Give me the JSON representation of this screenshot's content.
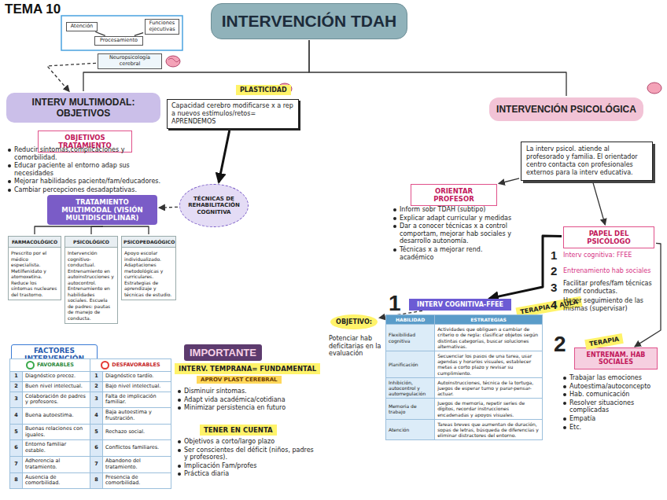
{
  "diagram": {
    "title": "TEMA 10",
    "nodes": [
      {
        "text": [
          "INTERVENCIÓN TDAH"
        ]
      },
      {
        "text": [
          "Atención"
        ]
      },
      {
        "text": [
          "Funciones ejecutivas"
        ]
      },
      {
        "text": [
          "Procesamiento"
        ]
      },
      {
        "text": [
          "Neuropsicología cerebral"
        ]
      },
      {
        "text": [
          "INTERV MULTIMODAL: OBJETIVOS"
        ]
      },
      {
        "text": [
          "OBJETIVOS TRATAMIENTO"
        ]
      },
      {
        "text": [
          "TRATAMIENTO MULTIMODAL (VISIÓN MULTIDISCIPLINAR)"
        ]
      },
      {
        "text": [
          "FARMACOLÓGICO",
          "Prescrito por el médico especialista. Metilfenidato y atomoxetina. Reduce los síntomas nucleares del trastorno."
        ]
      },
      {
        "text": [
          "PSICOLÓGICO",
          "Intervención cognitivo-conductual. Entrenamiento en autoinstrucciones y autocontrol. Entrenamiento en habilidades sociales. Escuela de padres: pautas de manejo de conducta."
        ]
      },
      {
        "text": [
          "PSICOPEDAGÓGICO",
          "Apoyo escolar individualizado. Adaptaciones metodológicas y curriculares. Estrategias de aprendizaje y técnicas de estudio."
        ]
      },
      {
        "text": [
          "PLASTICIDAD"
        ]
      },
      {
        "text": [
          "Capacidad cerebro modificarse x a rep a nuevos estímulos/retos= APRENDEMOS"
        ]
      },
      {
        "text": [
          "TÉCNICAS DE REHABILITACIÓN COGNITIVA"
        ]
      },
      {
        "text": [
          "FACTORES INTERVENCIÓN"
        ]
      },
      {
        "text": [
          "IMPORTANTE"
        ]
      },
      {
        "text": [
          "INTERV. TEMPRANA= FUNDAMENTAL"
        ]
      },
      {
        "text": [
          "APROV PLAST CEREBRAL"
        ]
      },
      {
        "text": [
          "TENER EN CUENTA"
        ]
      },
      {
        "text": [
          "INTERVENCIÓN PSICOLÓGICA"
        ]
      },
      {
        "text": [
          "La interv psicol. atiende al profesorado y familia. El orientador centro contacta con profesionales externos para la interv educativa."
        ]
      },
      {
        "text": [
          "ORIENTAR PROFESOR"
        ]
      },
      {
        "text": [
          "PAPEL DEL PSICÓLOGO"
        ]
      },
      {
        "text": [
          "INTERV COGNITIVA-FFEE"
        ]
      },
      {
        "text": [
          "TERAPIA + AULA"
        ]
      },
      {
        "text": [
          "OBJETIVO:"
        ]
      },
      {
        "text": [
          "ENTRENAM. HAB SOCIALES"
        ]
      },
      {
        "text": [
          "TERAPIA"
        ]
      }
    ],
    "edges": [
      {
        "from": 0,
        "to": 5,
        "arrow": "none"
      },
      {
        "from": 0,
        "to": 19,
        "arrow": "none"
      },
      {
        "from": 1,
        "to": 3,
        "arrow": "none"
      },
      {
        "from": 2,
        "to": 3,
        "arrow": "none"
      },
      {
        "from": 4,
        "to": 5,
        "arrow": "to"
      },
      {
        "from": 12,
        "to": 13,
        "arrow": "to"
      },
      {
        "from": 13,
        "to": 7,
        "arrow": "to"
      },
      {
        "from": 7,
        "to": 8,
        "arrow": "none"
      },
      {
        "from": 7,
        "to": 9,
        "arrow": "none"
      },
      {
        "from": 7,
        "to": 10,
        "arrow": "none"
      },
      {
        "from": 20,
        "to": 21,
        "arrow": "to"
      },
      {
        "from": 20,
        "to": 22,
        "arrow": "to"
      },
      {
        "from": 22,
        "to": 23,
        "arrow": "to"
      },
      {
        "from": 22,
        "to": 26,
        "arrow": "to"
      },
      {
        "from": 23,
        "to": 25,
        "arrow": "to"
      }
    ],
    "labels": [
      "Reducir síntomas,complicaciones y comorbilidad.",
      "Educar paciente al entorno adap sus necesidades",
      "Mejorar habilidades paciente/fam/educadores.",
      "Cambiar percepciones desadaptativas.",
      "FAVORABLES",
      "DESFAVORABLES",
      "1",
      "Diagnóstico precoz.",
      "1",
      "Diagnóstico tardío.",
      "2",
      "Buen nivel intelectual.",
      "2",
      "Bajo nivel intelectual.",
      "3",
      "Colaboración de padres y profesores.",
      "3",
      "Falta de implicación familiar.",
      "4",
      "Buena autoestima.",
      "4",
      "Baja autoestima y frustración.",
      "5",
      "Buenas relaciones con iguales.",
      "5",
      "Rechazo social.",
      "6",
      "Entorno familiar estable.",
      "6",
      "Conflictos familiares.",
      "7",
      "Adherencia al tratamiento.",
      "7",
      "Abandono del tratamiento.",
      "8",
      "Ausencia de comorbilidad.",
      "8",
      "Presencia de comorbilidad.",
      "Disminuir síntomas.",
      "Adapt vida académica/cotidiana",
      "Minimizar persistencia en futuro",
      "Objetivos a corto/largo plazo",
      "Ser conscientes del déficit (niños, padres y profesores).",
      "Implicación Fam/profes",
      "Práctica diaria",
      "Inform sobr TDAH (subtipo)",
      "Explicar adapt curricular y medidas",
      "Dar a conocer técnicas x a control comportam, mejorar hab sociales y desarrollo autonomía.",
      "Técnicas x a mejorar rend. académico",
      "1",
      "Interv cognitiva: FFEE",
      "2",
      "Entrenamiento hab sociales",
      "3",
      "Facilitar profes/fam técnicas modif conductas.",
      "4",
      "Hacer seguimiento de las mismas (supervisar)",
      "1",
      "HABILIDAD",
      "ESTRATEGIAS",
      "Flexibilidad cognitiva",
      "Actividades que obliguen a cambiar de criterio o de regla: clasificar objetos según distintas categorías, buscar soluciones alternativas.",
      "Planificación",
      "Secuenciar los pasos de una tarea, usar agendas y horarios visuales, establecer metas a corto plazo y revisar su cumplimiento.",
      "Inhibición, autocontrol y autorregulación",
      "Autoinstrucciones, técnica de la tortuga, juegos de esperar turno y parar-pensar-actuar.",
      "Memoria de trabajo",
      "Juegos de memoria, repetir series de dígitos, recordar instrucciones encadenadas y apoyos visuales.",
      "Atención",
      "Tareas breves que aumentan de duración, sopas de letras, búsqueda de diferencias y eliminar distractores del entorno.",
      "Potenciar hab deficitarias en la evaluación",
      "2",
      "Trabajar las emociones",
      "Autoestima/autoconcepto",
      "Hab. comunicación",
      "Resolver situaciones complicadas",
      "Empatía",
      "Etc."
    ]
  }
}
